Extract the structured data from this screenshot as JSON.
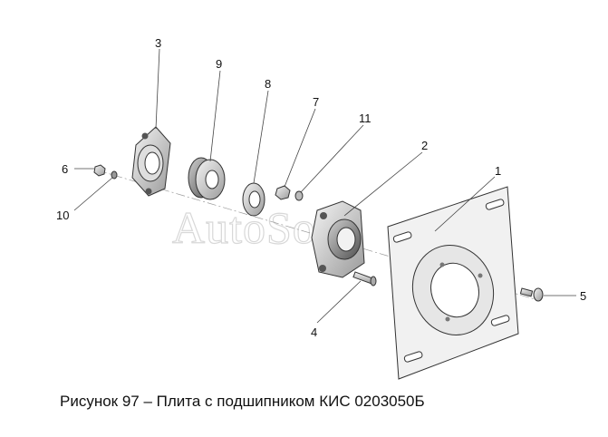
{
  "watermark": "AutoSoft",
  "callouts": {
    "c1": "1",
    "c2": "2",
    "c3": "3",
    "c4": "4",
    "c5": "5",
    "c6": "6",
    "c7": "7",
    "c8": "8",
    "c9": "9",
    "c10": "10",
    "c11": "11"
  },
  "caption": "Рисунок 97 – Плита с подшипником КИС 0203050Б"
}
